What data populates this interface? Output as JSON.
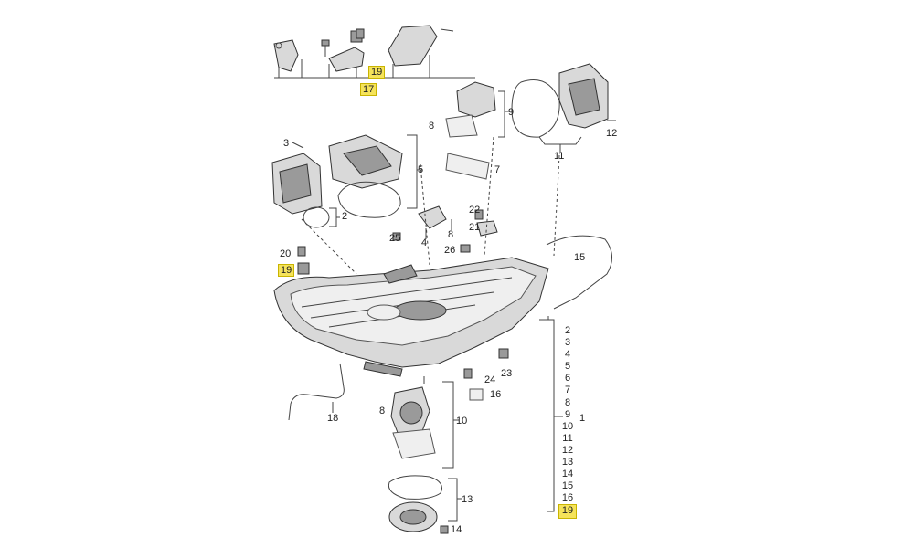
{
  "labels": {
    "n19_top": "19",
    "n17": "17",
    "n9": "9",
    "n8_top": "8",
    "n7": "7",
    "n11": "11",
    "n12": "12",
    "n3": "3",
    "n5": "5",
    "n2": "2",
    "n22": "22",
    "n21": "21",
    "n8_mid": "8",
    "n25": "25",
    "n4": "4",
    "n26": "26",
    "n15": "15",
    "n20": "20",
    "n19_left": "19",
    "n24": "24",
    "n23": "23",
    "n16": "16",
    "n8_low": "8",
    "n10": "10",
    "n18": "18",
    "n13": "13",
    "n14": "14",
    "n1": "1"
  },
  "index_column": [
    "2",
    "3",
    "4",
    "5",
    "6",
    "7",
    "8",
    "9",
    "10",
    "11",
    "12",
    "13",
    "14",
    "15",
    "16",
    "19"
  ]
}
